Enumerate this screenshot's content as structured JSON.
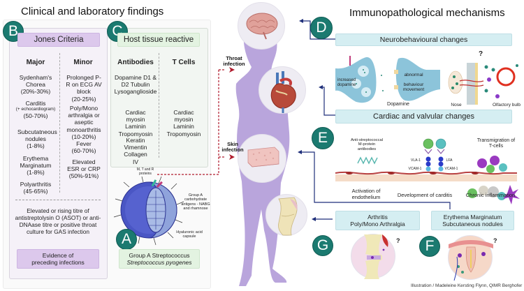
{
  "left_section": {
    "title": "Clinical and laboratory findings",
    "panel_b": {
      "badge": "B",
      "header": "Jones Criteria",
      "major": {
        "heading": "Major",
        "items": [
          {
            "name": "Sydenham's Chorea",
            "note": "",
            "pct": "(20%-30%)"
          },
          {
            "name": "Carditis",
            "note": "(+ echocardiogram)",
            "pct": "(50-70%)"
          },
          {
            "name": "Subcutatneous nodules",
            "note": "",
            "pct": "(1-8%)"
          },
          {
            "name": "Erythema Marginatum",
            "note": "",
            "pct": "(1-8%)"
          },
          {
            "name": "Polyarthritis",
            "note": "",
            "pct": "(45-65%)"
          }
        ]
      },
      "minor": {
        "heading": "Minor",
        "items": [
          {
            "name": "Prolonged P-R on ECG AV block",
            "pct": "(20-25%)"
          },
          {
            "name": "Poly/Mono arthralgia or aseptic monoarthritis",
            "pct": "(10-20%)"
          },
          {
            "name": "Fever",
            "pct": "(60-70%)"
          },
          {
            "name": "Elevated ESR or CRP",
            "pct": "(50%-91%)"
          }
        ]
      },
      "evidence_text": "Elevated or rising titre of antistreptolysin O (ASOT) or anti-DNAase titre or positive throat culture for GAS infection",
      "evidence_box": "Evidence of preceding infections"
    },
    "panel_c": {
      "badge": "C",
      "header": "Host tissue reactive",
      "antibodies": {
        "heading": "Antibodies",
        "groups": [
          "Dopamine D1 & D2 Tubulin Lysoganglioside",
          "Cardiac myosin Laminin Tropomyosin",
          "Keratin Vimentin Collagen IV"
        ]
      },
      "t_cells": {
        "heading": "T Cells",
        "groups": [
          "Cardiac myosin Laminin Tropomyosin"
        ]
      }
    },
    "panel_a": {
      "badge": "A",
      "labels": {
        "proteins": "M, T and R proteins",
        "carbohydrate": "Group A carbohydrate antigens - NABG and rhamnose",
        "capsule": "Hyaluronic acid capsule"
      },
      "name_line1": "Group A Streptococcus",
      "name_line2": "Streptococcus pyogenes"
    }
  },
  "center": {
    "throat_infection": "Throat infection",
    "skin_infection": "Skin infection"
  },
  "right_section": {
    "title": "Immunopathological mechanisms",
    "d": {
      "badge": "D",
      "header": "Neurobehavioural changes",
      "labels": {
        "increased_dopamine": "increased dopamine",
        "abnormal": "abnormal",
        "behaviour": "behaviour movement",
        "dopamine": "Dopamine",
        "nose": "Nose",
        "olfactory": "Olfactory bulb",
        "question": "?"
      }
    },
    "e": {
      "badge": "E",
      "header": "Cardiac and valvular changes",
      "labels": {
        "antibodies": "Anti-streptococcal M-protein antibodies",
        "vla": "VLA-1",
        "vcam_left": "VCAM-1",
        "lfa": "LFA",
        "vcam_right": "VCAM-1",
        "transmigration": "Transmigration of T-cells",
        "activation": "Activation of endothelium",
        "development": "Development of carditis",
        "chronic": "Chronic inflammation"
      }
    },
    "g": {
      "badge": "G",
      "header_line1": "Arthritis",
      "header_line2": "Poly/Mono Arthralgia",
      "question": "?"
    },
    "f": {
      "badge": "F",
      "header_line1": "Erythema Marginatum",
      "header_line2": "Subcutaneous nodules",
      "question": "?"
    },
    "credit": "Illustration / Madeleine Kersting Flynn, QIMR Berghofer"
  },
  "colors": {
    "badge": "#1b7a70",
    "jones_header": "#dcc8ec",
    "host_header": "#e3f3e1",
    "mechanism_header": "#d5eef2",
    "body_silhouette": "#b9a5dc",
    "arrow": "#1f2f7a",
    "infection_path": "#b01c2e"
  }
}
